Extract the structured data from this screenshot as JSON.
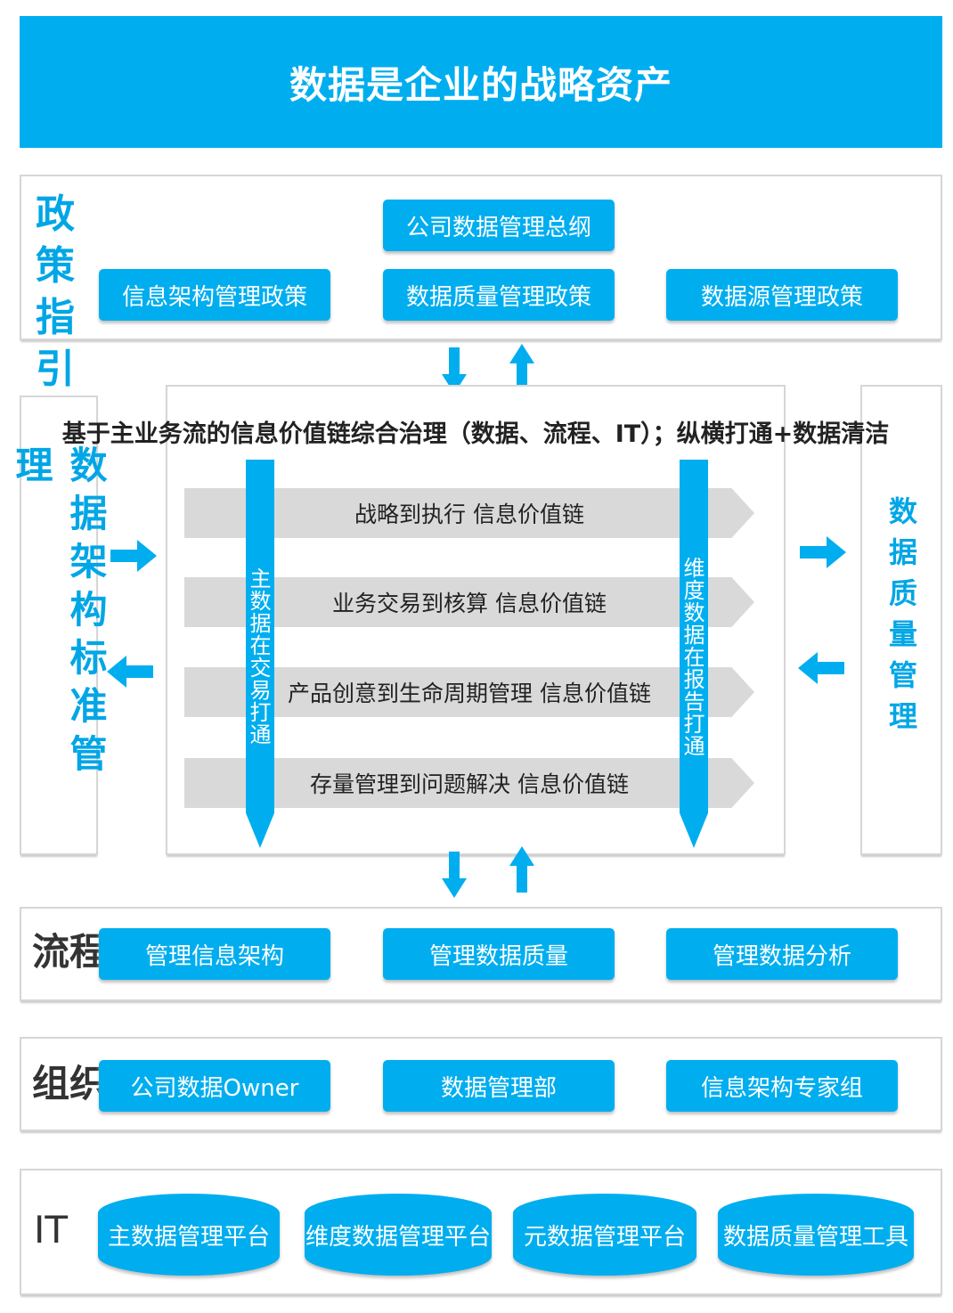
{
  "title": "数据是企业的战略资产",
  "policy": {
    "label": "政策\n指引",
    "top_box": "公司数据管理总纲",
    "items": [
      "信息架构管理政策",
      "数据质量管理政策",
      "数据源管理政策"
    ]
  },
  "left_side": {
    "label": "数据架构标准管理"
  },
  "right_side": {
    "label": "数据质量管理"
  },
  "center": {
    "heading": "基于主业务流的信息价值链综合治理（数据、流程、IT）；纵横打通+数据清洁",
    "chains": [
      "战略到执行   信息价值链",
      "业务交易到核算   信息价值链",
      "产品创意到生命周期管理   信息价值链",
      "存量管理到问题解决   信息价值链"
    ],
    "left_bar": "主数据在交易打通",
    "right_bar": "维度数据在报告打通"
  },
  "process": {
    "label": "流程",
    "items": [
      "管理信息架构",
      "管理数据质量",
      "管理数据分析"
    ]
  },
  "org": {
    "label": "组织",
    "items": [
      "公司数据Owner",
      "数据管理部",
      "信息架构专家组"
    ]
  },
  "it": {
    "label": "IT",
    "items": [
      "主数据管理平台",
      "维度数据管理平台",
      "元数据管理平台",
      "数据质量管理工具"
    ]
  },
  "colors": {
    "accent": "#00aeef",
    "chain_gray": "#d9d9d9",
    "border": "#d6d6d6"
  }
}
